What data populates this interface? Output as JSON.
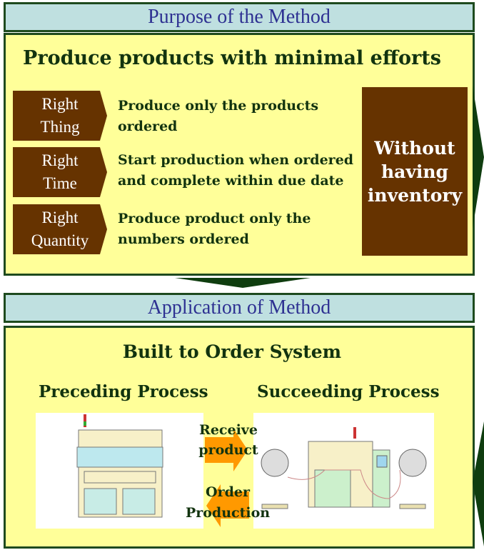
{
  "purpose": {
    "header": "Purpose of the Method",
    "title": "Produce products with minimal efforts",
    "rows": [
      {
        "label1": "Right",
        "label2": "Thing",
        "text1": "Produce only the products",
        "text2": "ordered"
      },
      {
        "label1": "Right",
        "label2": "Time",
        "text1": "Start production when ordered",
        "text2": "and complete within due date"
      },
      {
        "label1": "Right",
        "label2": "Quantity",
        "text1": "Produce product only the",
        "text2": "numbers ordered"
      }
    ],
    "result": [
      "Without",
      "having",
      "inventory"
    ]
  },
  "application": {
    "header": "Application of Method",
    "title": "Built to Order System",
    "preceding": "Preceding Process",
    "succeeding": "Succeeding Process",
    "receive": [
      "Receive",
      "product"
    ],
    "order": [
      "Order",
      "Production"
    ]
  },
  "colors": {
    "brown": "#663300",
    "yellow": "#ffff99",
    "header": "#bfe0e0",
    "orange": "#ff9900"
  }
}
